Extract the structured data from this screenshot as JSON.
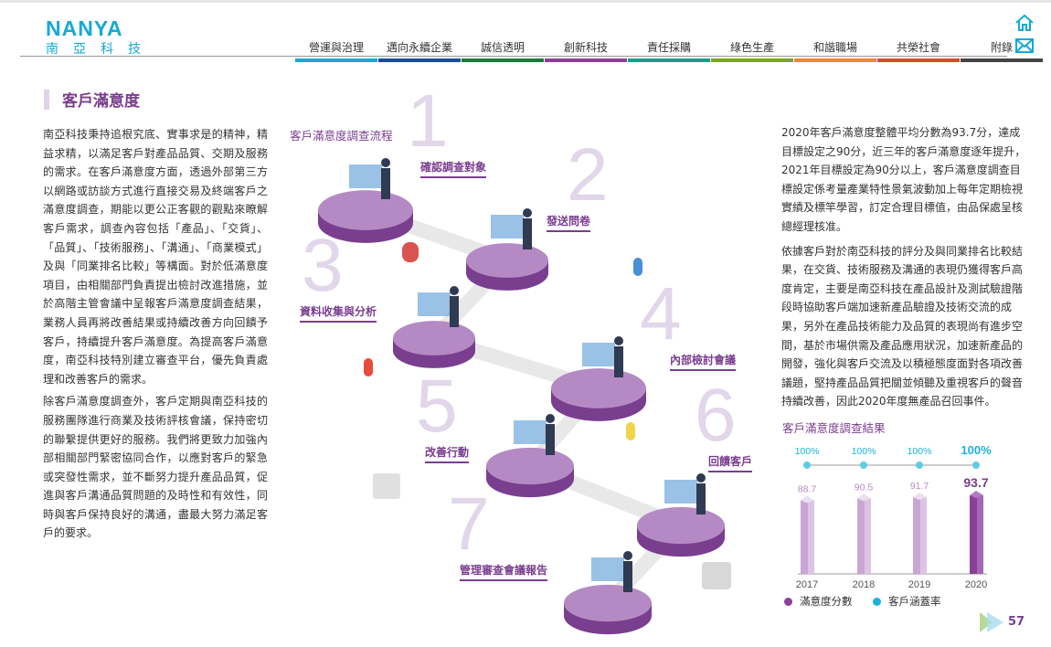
{
  "header": {
    "logo_en": "NANYA",
    "logo_zh": "南亞科技",
    "nav": [
      {
        "label": "營運與治理",
        "color": "#1aa9d6"
      },
      {
        "label": "邁向永續企業",
        "color": "#1b4f9c"
      },
      {
        "label": "誠信透明",
        "color": "#1e7a3a"
      },
      {
        "label": "創新科技",
        "color": "#8a3f98"
      },
      {
        "label": "責任採購",
        "color": "#14a08a"
      },
      {
        "label": "綠色生產",
        "color": "#7aa51e"
      },
      {
        "label": "和諧職場",
        "color": "#f08a1c"
      },
      {
        "label": "共榮社會",
        "color": "#e2462a"
      },
      {
        "label": "附錄",
        "color": "#444444"
      }
    ],
    "home_icon": "home-icon",
    "mail_icon": "mail-icon"
  },
  "page": {
    "title": "客戶滿意度",
    "number": "57"
  },
  "left_text": [
    "南亞科技秉持追根究底、實事求是的精神，精益求精，以滿足客戶對產品品質、交期及服務的需求。在客戶滿意度方面，透過外部第三方以網路或訪談方式進行直接交易及終端客戶之滿意度調查，期能以更公正客觀的觀點來瞭解客戶需求，調查內容包括「產品」、「交貨」、「品質」、「技術服務」、「溝通」、「商業模式」及與「同業排名比較」等構面。對於低滿意度項目，由相關部門負責提出檢討改進措施，並於高階主管會議中呈報客戶滿意度調查結果，業務人員再將改善結果或持續改善方向回饋予客戶，持續提升客戶滿意度。為提高客戶滿意度，南亞科技特別建立審查平台，優先負責處理和改善客戶的需求。",
    "除客戶滿意度調查外，客戶定期與南亞科技的服務團隊進行商業及技術評核會議，保持密切的聯繫提供更好的服務。我們將更致力加強內部相關部門緊密協同合作，以應對客戶的緊急或突發性需求，並不斷努力提升產品品質，促進與客戶溝通品質問題的及時性和有效性，同時與客戶保持良好的溝通，盡最大努力滿足客戶的要求。"
  ],
  "flow": {
    "title": "客戶滿意度調查流程",
    "steps": [
      {
        "num": "1",
        "label": "確認調查對象"
      },
      {
        "num": "2",
        "label": "發送問卷"
      },
      {
        "num": "3",
        "label": "資料收集與分析"
      },
      {
        "num": "4",
        "label": "內部檢討會議"
      },
      {
        "num": "5",
        "label": "改善行動"
      },
      {
        "num": "6",
        "label": "回饋客戶"
      },
      {
        "num": "7",
        "label": "管理審查會議報告"
      }
    ]
  },
  "right_text": [
    "2020年客戶滿意度整體平均分數為93.7分，達成目標設定之90分，近三年的客戶滿意度逐年提升，2021年目標設定為90分以上，客戶滿意度調查目標設定係考量產業特性景氣波動加上每年定期檢視實績及標竿學習，訂定合理目標值，由品保處呈核總經理核准。",
    "依據客戶對於南亞科技的評分及與同業排名比較結果，在交貨、技術服務及溝通的表現仍獲得客戶高度肯定，主要是南亞科技在產品設計及測試驗證階段時協助客戶端加速新產品驗證及技術交流的成果，另外在產品技術能力及品質的表現尚有進步空間，基於市場供需及產品應用狀況，加速新產品的開發，強化與客戶交流及以積極態度面對各項改善議題，堅持產品品質把關並傾聽及重視客戶的聲音持續改善，因此2020年度無產品召回事件。"
  ],
  "chart_data": {
    "type": "bar",
    "title": "客戶滿意度調查結果",
    "categories": [
      "2017",
      "2018",
      "2019",
      "2020"
    ],
    "series": [
      {
        "name": "滿意度分數",
        "type": "bar",
        "values": [
          88.7,
          90.5,
          91.7,
          93.7
        ],
        "labels": [
          "88.7",
          "90.5",
          "91.7",
          "93.7"
        ],
        "color": "#c9a6d4",
        "highlight_color": "#8a3f98"
      },
      {
        "name": "客戶涵蓋率",
        "type": "line",
        "values": [
          100,
          100,
          100,
          100
        ],
        "labels": [
          "100%",
          "100%",
          "100%",
          "100%"
        ],
        "color": "#1ab3d8"
      }
    ],
    "ylim": [
      0,
      100
    ],
    "legend": "bottom"
  }
}
